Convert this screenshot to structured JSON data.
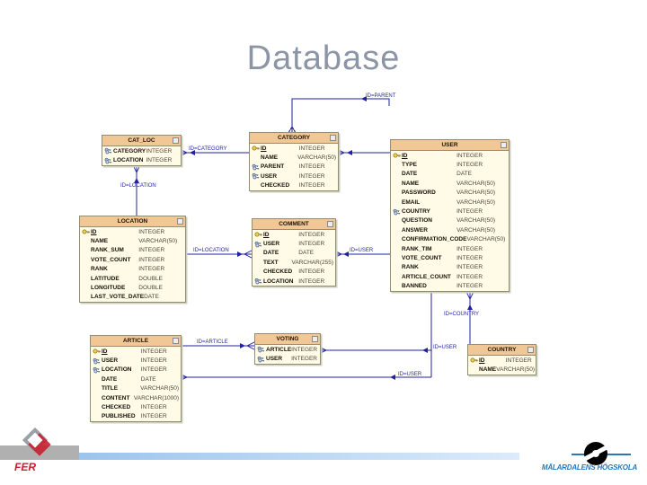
{
  "slide": {
    "title": "Database"
  },
  "diagram": {
    "tables": [
      {
        "name": "CAT_LOC",
        "columns": [
          {
            "key": "fk",
            "name": "CATEGORY",
            "type": "INTEGER"
          },
          {
            "key": "fk",
            "name": "LOCATION",
            "type": "INTEGER"
          }
        ]
      },
      {
        "name": "CATEGORY",
        "columns": [
          {
            "key": "pk",
            "name": "ID",
            "type": "INTEGER"
          },
          {
            "key": null,
            "name": "NAME",
            "type": "VARCHAR(50)"
          },
          {
            "key": "fk",
            "name": "PARENT",
            "type": "INTEGER"
          },
          {
            "key": "fk",
            "name": "USER",
            "type": "INTEGER"
          },
          {
            "key": null,
            "name": "CHECKED",
            "type": "INTEGER"
          }
        ]
      },
      {
        "name": "USER",
        "columns": [
          {
            "key": "pk",
            "name": "ID",
            "type": "INTEGER"
          },
          {
            "key": null,
            "name": "TYPE",
            "type": "INTEGER"
          },
          {
            "key": null,
            "name": "DATE",
            "type": "DATE"
          },
          {
            "key": null,
            "name": "NAME",
            "type": "VARCHAR(50)"
          },
          {
            "key": null,
            "name": "PASSWORD",
            "type": "VARCHAR(50)"
          },
          {
            "key": null,
            "name": "EMAIL",
            "type": "VARCHAR(50)"
          },
          {
            "key": "fk",
            "name": "COUNTRY",
            "type": "INTEGER"
          },
          {
            "key": null,
            "name": "QUESTION",
            "type": "VARCHAR(50)"
          },
          {
            "key": null,
            "name": "ANSWER",
            "type": "VARCHAR(50)"
          },
          {
            "key": null,
            "name": "CONFIRMATION_CODE",
            "type": "VARCHAR(50)"
          },
          {
            "key": null,
            "name": "RANK_TIM",
            "type": "INTEGER"
          },
          {
            "key": null,
            "name": "VOTE_COUNT",
            "type": "INTEGER"
          },
          {
            "key": null,
            "name": "RANK",
            "type": "INTEGER"
          },
          {
            "key": null,
            "name": "ARTICLE_COUNT",
            "type": "INTEGER"
          },
          {
            "key": null,
            "name": "BANNED",
            "type": "INTEGER"
          }
        ]
      },
      {
        "name": "LOCATION",
        "columns": [
          {
            "key": "pk",
            "name": "ID",
            "type": "INTEGER"
          },
          {
            "key": null,
            "name": "NAME",
            "type": "VARCHAR(50)"
          },
          {
            "key": null,
            "name": "RANK_SUM",
            "type": "INTEGER"
          },
          {
            "key": null,
            "name": "VOTE_COUNT",
            "type": "INTEGER"
          },
          {
            "key": null,
            "name": "RANK",
            "type": "INTEGER"
          },
          {
            "key": null,
            "name": "LATITUDE",
            "type": "DOUBLE"
          },
          {
            "key": null,
            "name": "LONGITUDE",
            "type": "DOUBLE"
          },
          {
            "key": null,
            "name": "LAST_VOTE_DATE",
            "type": "DATE"
          }
        ]
      },
      {
        "name": "COMMENT",
        "columns": [
          {
            "key": "pk",
            "name": "ID",
            "type": "INTEGER"
          },
          {
            "key": "fk",
            "name": "USER",
            "type": "INTEGER"
          },
          {
            "key": null,
            "name": "DATE",
            "type": "DATE"
          },
          {
            "key": null,
            "name": "TEXT",
            "type": "VARCHAR(255)"
          },
          {
            "key": null,
            "name": "CHECKED",
            "type": "INTEGER"
          },
          {
            "key": "fk",
            "name": "LOCATION",
            "type": "INTEGER"
          }
        ]
      },
      {
        "name": "ARTICLE",
        "columns": [
          {
            "key": "pk",
            "name": "ID",
            "type": "INTEGER"
          },
          {
            "key": "fk",
            "name": "USER",
            "type": "INTEGER"
          },
          {
            "key": "fk",
            "name": "LOCATION",
            "type": "INTEGER"
          },
          {
            "key": null,
            "name": "DATE",
            "type": "DATE"
          },
          {
            "key": null,
            "name": "TITLE",
            "type": "VARCHAR(50)"
          },
          {
            "key": null,
            "name": "CONTENT",
            "type": "VARCHAR(1000)"
          },
          {
            "key": null,
            "name": "CHECKED",
            "type": "INTEGER"
          },
          {
            "key": null,
            "name": "PUBLISHED",
            "type": "INTEGER"
          }
        ]
      },
      {
        "name": "VOTING",
        "columns": [
          {
            "key": "fk",
            "name": "ARTICLE",
            "type": "INTEGER"
          },
          {
            "key": "fk",
            "name": "USER",
            "type": "INTEGER"
          }
        ]
      },
      {
        "name": "COUNTRY",
        "columns": [
          {
            "key": "pk",
            "name": "ID",
            "type": "INTEGER"
          },
          {
            "key": null,
            "name": "NAME",
            "type": "VARCHAR(50)"
          }
        ]
      }
    ],
    "labels": [
      "ID=PARENT",
      "ID=CATEGORY",
      "ID=LOCATION",
      "ID=LOCATION",
      "ID=USER",
      "ID=ARTICLE",
      "ID=USER",
      "ID=USER",
      "ID=COUNTRY"
    ]
  },
  "footer": {
    "fer_label": "FER",
    "university_label": "MÄLARDALENS HÖGSKOLA"
  },
  "colors": {
    "table_header_bg": "#f1c795",
    "table_body_bg": "#fffbe6",
    "table_border": "#8f8f74",
    "relation_line": "#2020a0",
    "title_text": "#8c95a6",
    "footer_bar_blue": "#9cc4ec",
    "footer_bar_gray": "#b0b0b0",
    "university_blue": "#2878b8",
    "fer_red": "#c8202f"
  }
}
